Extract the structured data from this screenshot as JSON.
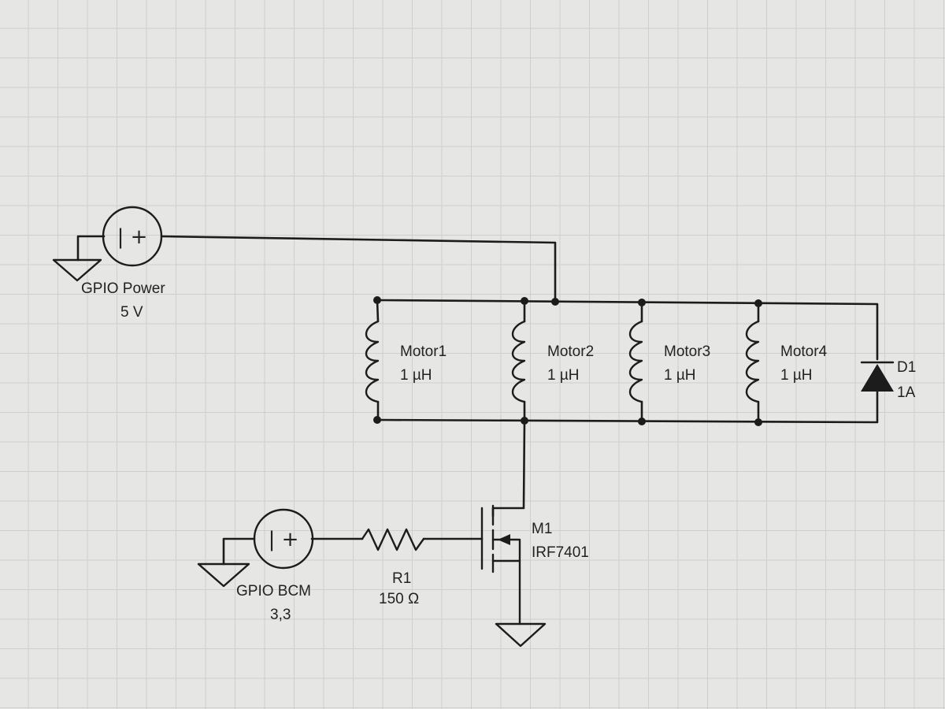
{
  "sources": {
    "power": {
      "symbol": "| +",
      "name": "GPIO Power",
      "value": "5 V"
    },
    "bcm": {
      "symbol": "| +",
      "name": "GPIO BCM",
      "value": "3,3"
    }
  },
  "motors": [
    {
      "name": "Motor1",
      "value": "1 µH"
    },
    {
      "name": "Motor2",
      "value": "1 µH"
    },
    {
      "name": "Motor3",
      "value": "1 µH"
    },
    {
      "name": "Motor4",
      "value": "1 µH"
    }
  ],
  "diode": {
    "name": "D1",
    "value": "1A"
  },
  "resistor": {
    "name": "R1",
    "value": "150 Ω"
  },
  "mosfet": {
    "name": "M1",
    "value": "IRF7401"
  }
}
